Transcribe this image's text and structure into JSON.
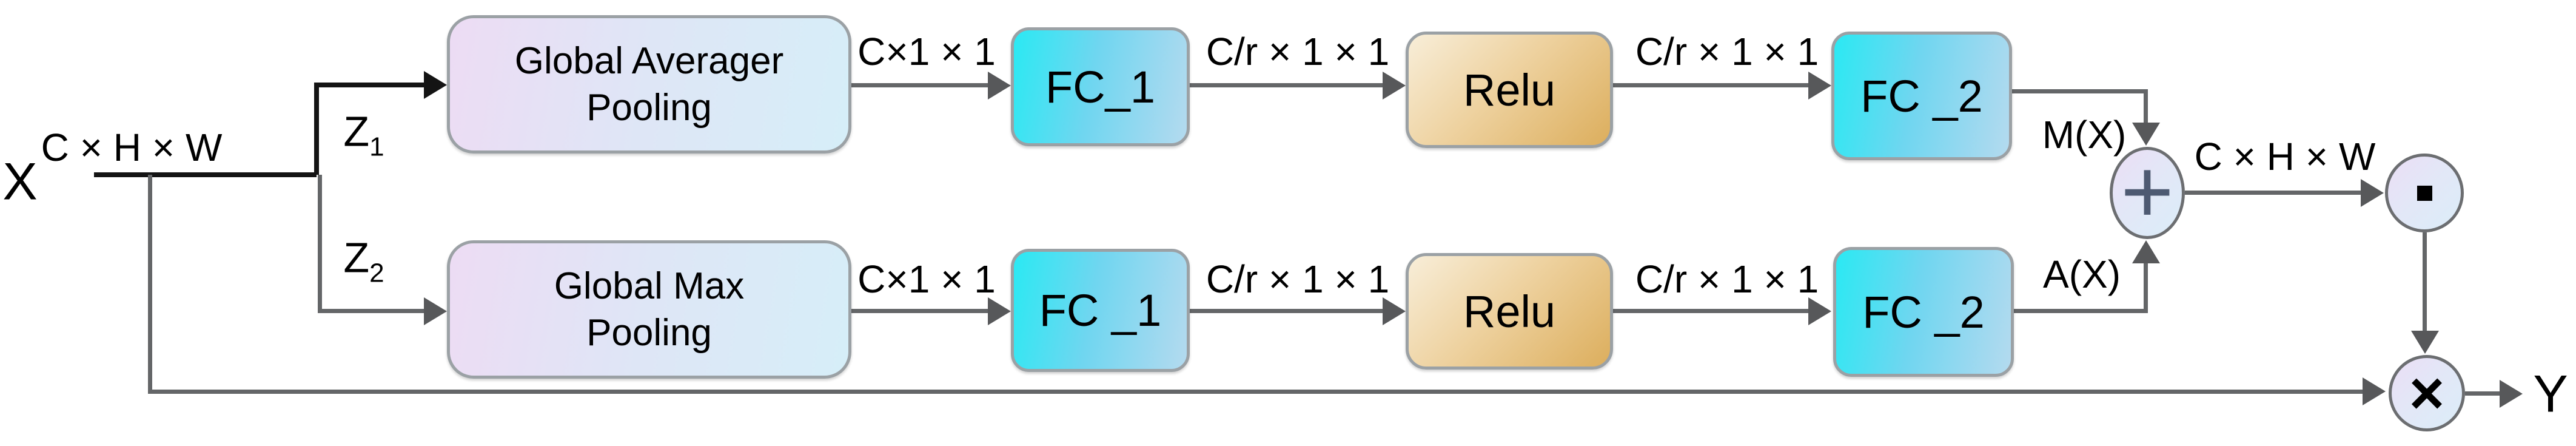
{
  "diagram": {
    "title_hint": "channel attention module",
    "input": {
      "symbol": "X",
      "dim": "C × H × W"
    },
    "output": {
      "symbol": "Y"
    },
    "dims": {
      "c11": "C×1 × 1",
      "cr11": "C/r × 1 × 1",
      "chw_sum": "C × H × W"
    },
    "branches": {
      "top": {
        "signal": "Z",
        "signal_sub": "1",
        "pool_line1": "Global Averager",
        "pool_line2": "Pooling",
        "fc1": "FC_1",
        "relu": "Relu",
        "fc2": "FC _2",
        "out_label": "M(X)"
      },
      "bottom": {
        "signal": "Z",
        "signal_sub": "2",
        "pool_line1": "Global Max",
        "pool_line2": "Pooling",
        "fc1": "FC _1",
        "relu": "Relu",
        "fc2": "FC _2",
        "out_label": "A(X)"
      }
    },
    "operators": {
      "add": "+",
      "multiply": "×"
    },
    "colors": {
      "fc_gradient_start": "#2ae9f3",
      "fc_gradient_end": "#b4daef",
      "relu_gradient_start": "#f8eed9",
      "relu_gradient_end": "#dcae5d",
      "pool_gradient_start": "#eddcf4",
      "pool_gradient_end": "#d6eef8",
      "circle_fill_start": "#ebdef6",
      "circle_fill_end": "#dbedf8",
      "line_gray": "#646668",
      "line_black": "#141414",
      "border_gray": "#9ba1a5"
    }
  }
}
